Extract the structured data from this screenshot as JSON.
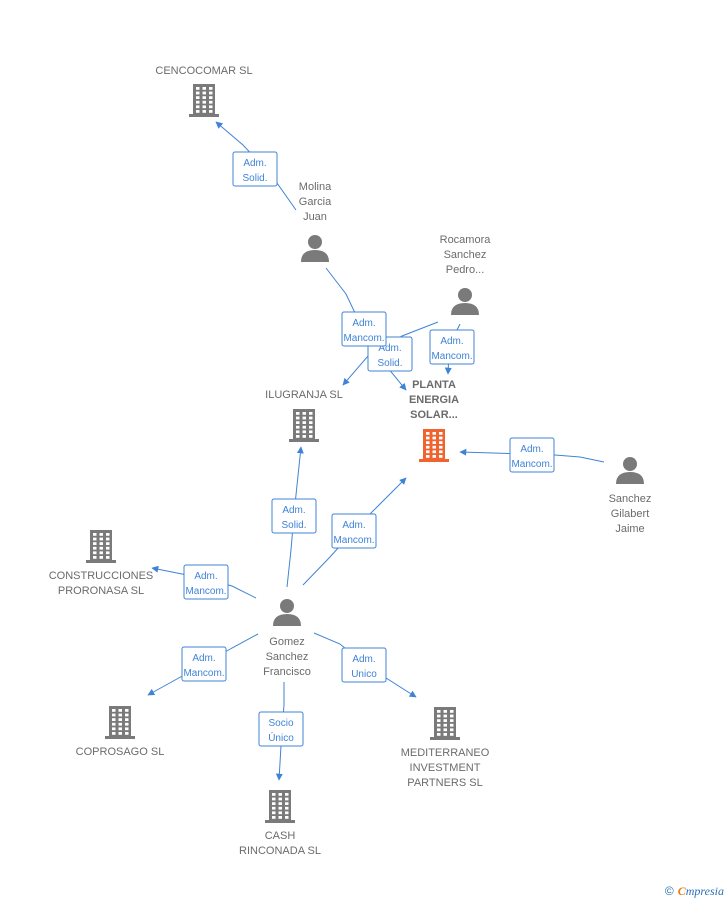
{
  "colors": {
    "node": "#7a7a7a",
    "focus": "#f0622e",
    "edge": "#3f83d6"
  },
  "nodes": [
    {
      "id": "cencocomar",
      "kind": "company",
      "label": [
        "CENCOCOMAR SL"
      ]
    },
    {
      "id": "molina",
      "kind": "person",
      "label": [
        "Molina",
        "Garcia",
        "Juan"
      ]
    },
    {
      "id": "rocamora",
      "kind": "person",
      "label": [
        "Rocamora",
        "Sanchez",
        "Pedro..."
      ]
    },
    {
      "id": "ilugranja",
      "kind": "company",
      "label": [
        "ILUGRANJA SL"
      ]
    },
    {
      "id": "planta",
      "kind": "focus",
      "label": [
        "PLANTA",
        "ENERGIA",
        "SOLAR..."
      ]
    },
    {
      "id": "sanchez",
      "kind": "person",
      "label": [
        "Sanchez",
        "Gilabert",
        "Jaime"
      ]
    },
    {
      "id": "construcciones",
      "kind": "company",
      "label": [
        "CONSTRUCCIONES",
        "PRORONASA SL"
      ]
    },
    {
      "id": "gomez",
      "kind": "person",
      "label": [
        "Gomez",
        "Sanchez",
        "Francisco"
      ]
    },
    {
      "id": "coprosago",
      "kind": "company",
      "label": [
        "COPROSAGO SL"
      ]
    },
    {
      "id": "cash",
      "kind": "company",
      "label": [
        "CASH",
        "RINCONADA SL"
      ]
    },
    {
      "id": "mediterraneo",
      "kind": "company",
      "label": [
        "MEDITERRANEO",
        "INVESTMENT",
        "PARTNERS SL"
      ]
    }
  ],
  "edges": [
    {
      "id": "e1",
      "label": [
        "Adm.",
        "Solid."
      ]
    },
    {
      "id": "e2",
      "label": [
        "Adm.",
        "Solid."
      ]
    },
    {
      "id": "e3",
      "label": [
        "Adm.",
        "Mancom."
      ]
    },
    {
      "id": "e4",
      "label": [
        "Adm.",
        "Mancom."
      ]
    },
    {
      "id": "e5",
      "label": [
        "Adm.",
        "Mancom."
      ]
    },
    {
      "id": "e6",
      "label": [
        "Adm.",
        "Solid."
      ]
    },
    {
      "id": "e7",
      "label": [
        "Adm.",
        "Mancom."
      ]
    },
    {
      "id": "e8",
      "label": [
        "Adm.",
        "Mancom."
      ]
    },
    {
      "id": "e9",
      "label": [
        "Adm.",
        "Mancom."
      ]
    },
    {
      "id": "e10",
      "label": [
        "Socio",
        "Único"
      ]
    },
    {
      "id": "e11",
      "label": [
        "Adm.",
        "Unico"
      ]
    }
  ],
  "footer": {
    "copyright_symbol": "©",
    "brand_initial": "C",
    "brand_rest": "mpresia"
  }
}
